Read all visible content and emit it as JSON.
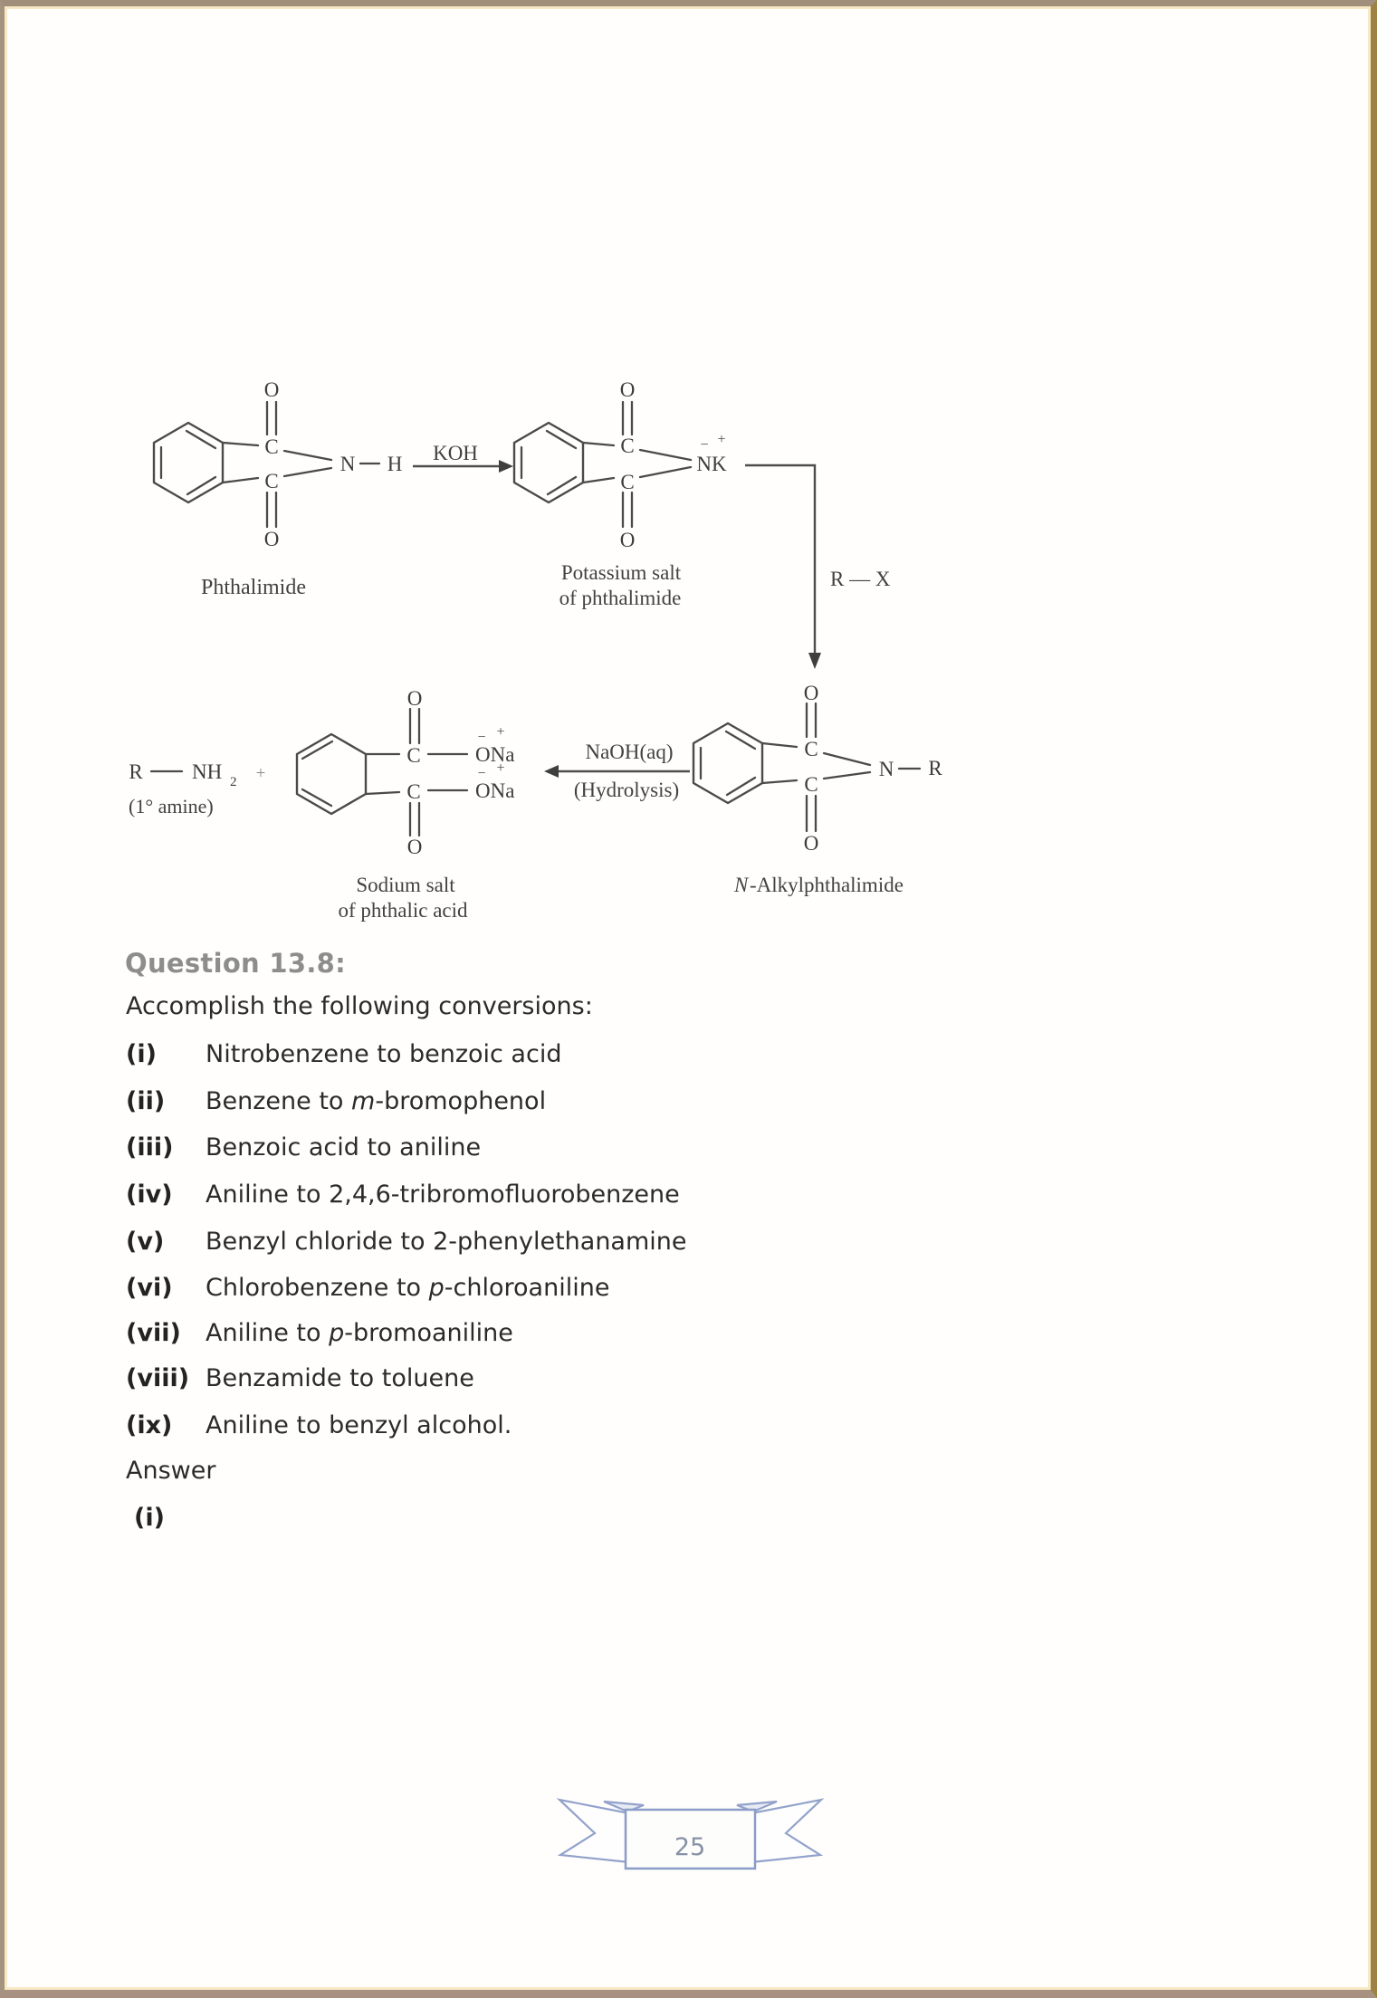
{
  "scheme": {
    "structure1": {
      "o_top": "O",
      "c_top": "C",
      "c_bottom": "C",
      "o_bottom": "O",
      "n": "N",
      "h": "H",
      "label": "Phthalimide"
    },
    "arrow_koh": {
      "label": "KOH"
    },
    "structure2": {
      "o_top": "O",
      "c_top": "C",
      "c_bottom": "C",
      "o_bottom": "O",
      "nk": "NK",
      "minus": "−",
      "plus": "+",
      "label_line1": "Potassium salt",
      "label_line2": "of phthalimide"
    },
    "arrow_rx": {
      "label": "R — X"
    },
    "structure3": {
      "o_top": "O",
      "c_top": "C",
      "c_bottom": "C",
      "o_bottom": "O",
      "n": "N",
      "r": "R",
      "label_italic": "N",
      "label_rest": "-Alkylphthalimide"
    },
    "arrow_naoh": {
      "line1": "NaOH(aq)",
      "line2": "(Hydrolysis)"
    },
    "structure4": {
      "o_top": "O",
      "c_top": "C",
      "c_bottom": "C",
      "o_bottom": "O",
      "ona_top": "ONa",
      "ona_bottom": "ONa",
      "minus_top": "−",
      "plus_top": "+",
      "minus_bottom": "−",
      "plus_bottom": "+",
      "label_line1": "Sodium salt",
      "label_line2": "of phthalic acid"
    },
    "amine": {
      "r": "R",
      "nh": "NH",
      "sub": "2",
      "note": "(1° amine)",
      "plus": "+"
    }
  },
  "question": {
    "heading": "Question 13.8:",
    "intro": "Accomplish the following conversions:",
    "items": [
      {
        "num": "(i)",
        "pre": "Nitrobenzene to benzoic acid",
        "italic": "",
        "post": ""
      },
      {
        "num": "(ii)",
        "pre": "Benzene to ",
        "italic": "m",
        "post": "-bromophenol"
      },
      {
        "num": "(iii)",
        "pre": "Benzoic acid to aniline",
        "italic": "",
        "post": ""
      },
      {
        "num": "(iv)",
        "pre": "Aniline to 2,4,6-tribromofluorobenzene",
        "italic": "",
        "post": ""
      },
      {
        "num": "(v)",
        "pre": "Benzyl chloride to 2-phenylethanamine",
        "italic": "",
        "post": ""
      },
      {
        "num": "(vi)",
        "pre": "Chlorobenzene to ",
        "italic": "p",
        "post": "-chloroaniline"
      },
      {
        "num": "(vii)",
        "pre": "Aniline to ",
        "italic": "p",
        "post": "-bromoaniline"
      },
      {
        "num": "(viii)",
        "pre": "Benzamide to toluene",
        "italic": "",
        "post": ""
      },
      {
        "num": "(ix)",
        "pre": "Aniline to benzyl alcohol.",
        "italic": "",
        "post": ""
      }
    ],
    "answer_label": "Answer",
    "answer_item": "(i)"
  },
  "footer": {
    "page_number": "25"
  },
  "colors": {
    "banner_accent": "#92a2cb",
    "heading_gray": "#8d8d8d",
    "ink": "#4a4a4a",
    "border_brown": "#a18f7c",
    "border_gold": "#9e8144"
  }
}
